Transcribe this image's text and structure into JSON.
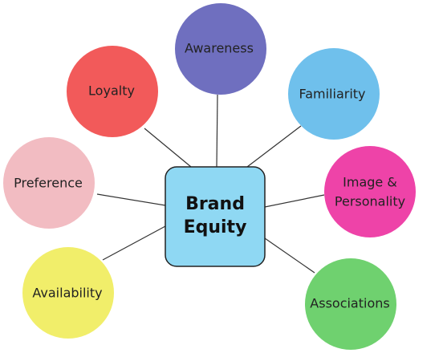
{
  "center": {
    "line1": "Brand",
    "line2": "Equity",
    "color": "#8fd8f3"
  },
  "nodes": {
    "awareness": {
      "label": "Awareness",
      "color": "#6f6fbf"
    },
    "familiarity": {
      "label": "Familiarity",
      "color": "#6fc0ec"
    },
    "loyalty": {
      "label": "Loyalty",
      "color": "#f25a5a"
    },
    "preference": {
      "label": "Preference",
      "color": "#f2bcc2"
    },
    "image": {
      "line1": "Image &",
      "line2": "Personality",
      "color": "#ee43a8"
    },
    "availability": {
      "label": "Availability",
      "color": "#f1ee6a"
    },
    "associations": {
      "label": "Associations",
      "color": "#6fd16f"
    }
  }
}
